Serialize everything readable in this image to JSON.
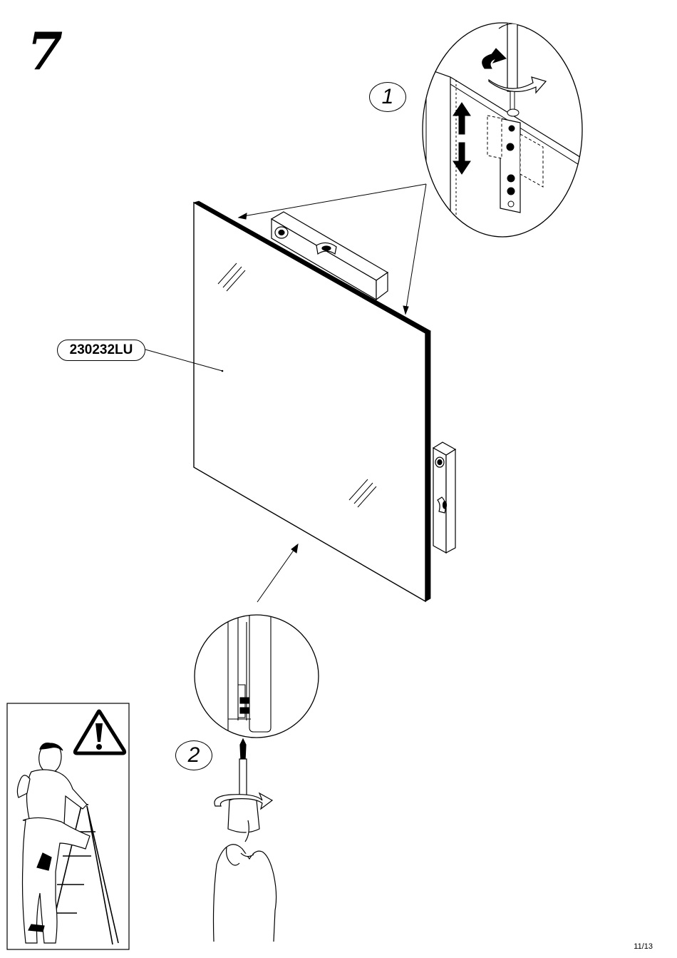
{
  "step": {
    "number": "7"
  },
  "part": {
    "code": "230232LU"
  },
  "substeps": {
    "first": "1",
    "second": "2"
  },
  "page": {
    "number": "11/13"
  },
  "icons": {
    "warning": "warning-triangle-icon",
    "rotate": "rotate-arrow-icon",
    "updown": "up-down-arrow-icon"
  }
}
